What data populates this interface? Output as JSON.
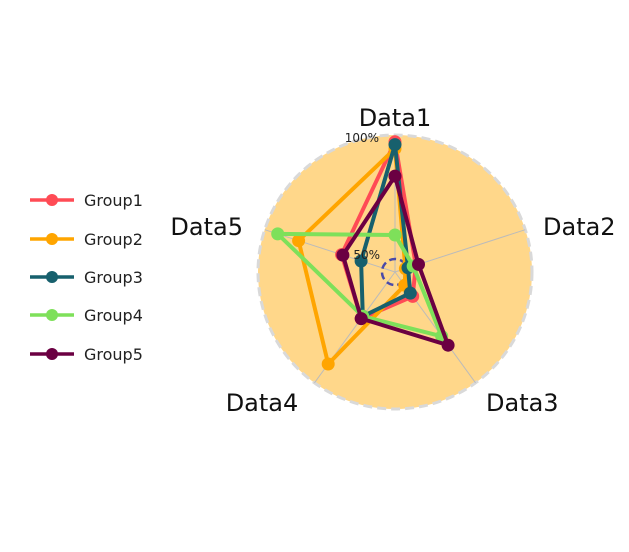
{
  "chart_data": {
    "type": "radar",
    "axes": [
      "Data1",
      "Data2",
      "Data3",
      "Data4",
      "Data5"
    ],
    "rlim": [
      0,
      100
    ],
    "tick_labels": [
      "50%",
      "100%"
    ],
    "series": [
      {
        "name": "Group1",
        "color": "#ff4b55",
        "values": [
          95,
          16,
          22,
          42,
          41
        ]
      },
      {
        "name": "Group2",
        "color": "#ffa500",
        "values": [
          90,
          8,
          12,
          83,
          74
        ]
      },
      {
        "name": "Group3",
        "color": "#17606d",
        "values": [
          93,
          10,
          19,
          40,
          26
        ]
      },
      {
        "name": "Group4",
        "color": "#7ee05a",
        "values": [
          27,
          14,
          58,
          40,
          90
        ]
      },
      {
        "name": "Group5",
        "color": "#6b0042",
        "values": [
          70,
          18,
          66,
          42,
          40
        ]
      }
    ],
    "legend_position": "left",
    "grid": true
  },
  "colors": {
    "background_fill": "#ffd78a",
    "outer_ring": "#d9d9d9",
    "inner_circle": "#4a4aa8",
    "spoke": "#bbbbbb"
  }
}
